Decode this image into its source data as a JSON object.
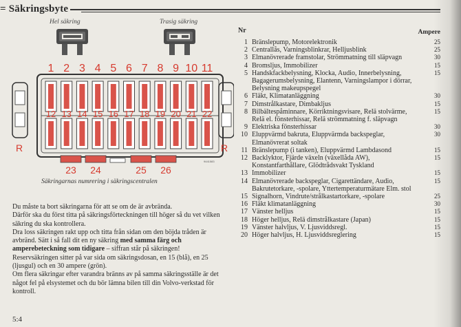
{
  "heading": "Säkringsbyte",
  "fuse_labels": {
    "ok": "Hel säkring",
    "broken": "Trasig säkring"
  },
  "diagram": {
    "top_numbers": [
      "1",
      "2",
      "3",
      "4",
      "5",
      "6",
      "7",
      "8",
      "9",
      "10",
      "11"
    ],
    "mid_numbers": [
      "12",
      "13",
      "14",
      "15",
      "16",
      "17",
      "18",
      "19",
      "20",
      "21",
      "22"
    ],
    "bottom_left_numbers": [
      "23",
      "24"
    ],
    "bottom_right_numbers": [
      "25",
      "26"
    ],
    "side_label": "R",
    "small_code": "9441583",
    "caption": "Säkringarnas numrering i säkringscentralen"
  },
  "body_text": [
    "Du måste ta bort säkringarna för att se om de är avbrända.",
    "Därför ska du först titta på säkringsförteckningen till höger så du vet vilken säkring du ska kontrollera.",
    "Dra loss säkringen rakt upp och titta från sidan om den böjda tråden är avbränd. Sätt i så fall dit en ny säkring ",
    "med samma färg och amperebeteckning som tidigare",
    " – siffran står på säkringen! Reservsäkringen sitter på var sida om säkringsdosan, en 15 (blå), en 25 (ljusgul) och en 30 ampere (grön).",
    "Om flera säkringar efter varandra bränns av på samma säkringsställe är det något fel på elsystemet och du bör lämna bilen till din Volvo-verkstad för kontroll."
  ],
  "page_number": "5:4",
  "table": {
    "header_nr": "Nr",
    "header_ampere": "Ampere",
    "rows": [
      {
        "nr": "1",
        "text": [
          "Bränslepump, Motorelektronik"
        ],
        "amp": "25"
      },
      {
        "nr": "2",
        "text": [
          "Centrallås, Varningsblinkrar, Helljusblink"
        ],
        "amp": "25"
      },
      {
        "nr": "3",
        "text": [
          "Elmanövrerade framstolar, Strömmatning till släpvagn"
        ],
        "amp": "30"
      },
      {
        "nr": "4",
        "text": [
          "Bromsljus, Immobilizer"
        ],
        "amp": "15"
      },
      {
        "nr": "5",
        "text": [
          "Handskfackbelysning, Klocka, Audio, Innerbelysning,",
          "Bagagerumsbelysning, Elantenn, Varningslampor i dörrar,",
          "Belysning makeupspegel"
        ],
        "amp": "15"
      },
      {
        "nr": "6",
        "text": [
          "Fläkt, Klimatanläggning"
        ],
        "amp": "30"
      },
      {
        "nr": "7",
        "text": [
          "Dimstrålkastare, Dimbakljus"
        ],
        "amp": "15"
      },
      {
        "nr": "8",
        "text": [
          "Bilbältespåminnare, Körriktningsvisare, Relä stolvärme,",
          "Relä el. fönsterhissar, Relä strömmatning f. släpvagn"
        ],
        "amp": "15"
      },
      {
        "nr": "9",
        "text": [
          "Elektriska fönsterhissar"
        ],
        "amp": "30"
      },
      {
        "nr": "10",
        "text": [
          "Eluppvärmd bakruta, Eluppvärmda backspeglar,",
          "Elmanövrerat soltak"
        ],
        "amp": "30"
      },
      {
        "nr": "11",
        "text": [
          "Bränslepump (i tanken), Eluppvärmd Lambdasond"
        ],
        "amp": "15"
      },
      {
        "nr": "12",
        "text": [
          "Backlyktor, Fjärde växeln (växellåda AW),",
          "Konstantfarthållare, Glödtrådsvakt Tyskland"
        ],
        "amp": "15"
      },
      {
        "nr": "13",
        "text": [
          "Immobilizer"
        ],
        "amp": "15"
      },
      {
        "nr": "14",
        "text": [
          "Elmanövrerade backspeglar, Cigarettändare, Audio,",
          "Bakrutetorkare, -spolare, Yttertemperaturmätare Elm. stol"
        ],
        "amp": "15"
      },
      {
        "nr": "15",
        "text": [
          "Signalhorn, Vindrute/strålkastartorkare, -spolare"
        ],
        "amp": "25"
      },
      {
        "nr": "16",
        "text": [
          "Fläkt klimatanläggning"
        ],
        "amp": "30"
      },
      {
        "nr": "17",
        "text": [
          "Vänster helljus"
        ],
        "amp": "15"
      },
      {
        "nr": "18",
        "text": [
          "Höger helljus, Relä dimstrålkastare (Japan)"
        ],
        "amp": "15"
      },
      {
        "nr": "19",
        "text": [
          "Vänster halvljus, V. Ljusviddsregl."
        ],
        "amp": "15"
      },
      {
        "nr": "20",
        "text": [
          "Höger halvljus, H. Ljusviddsreglering"
        ],
        "amp": "15"
      }
    ]
  },
  "colors": {
    "fuse_red": "#d9534a",
    "number_red": "#d63a2e",
    "ink": "#2a2a2a"
  }
}
